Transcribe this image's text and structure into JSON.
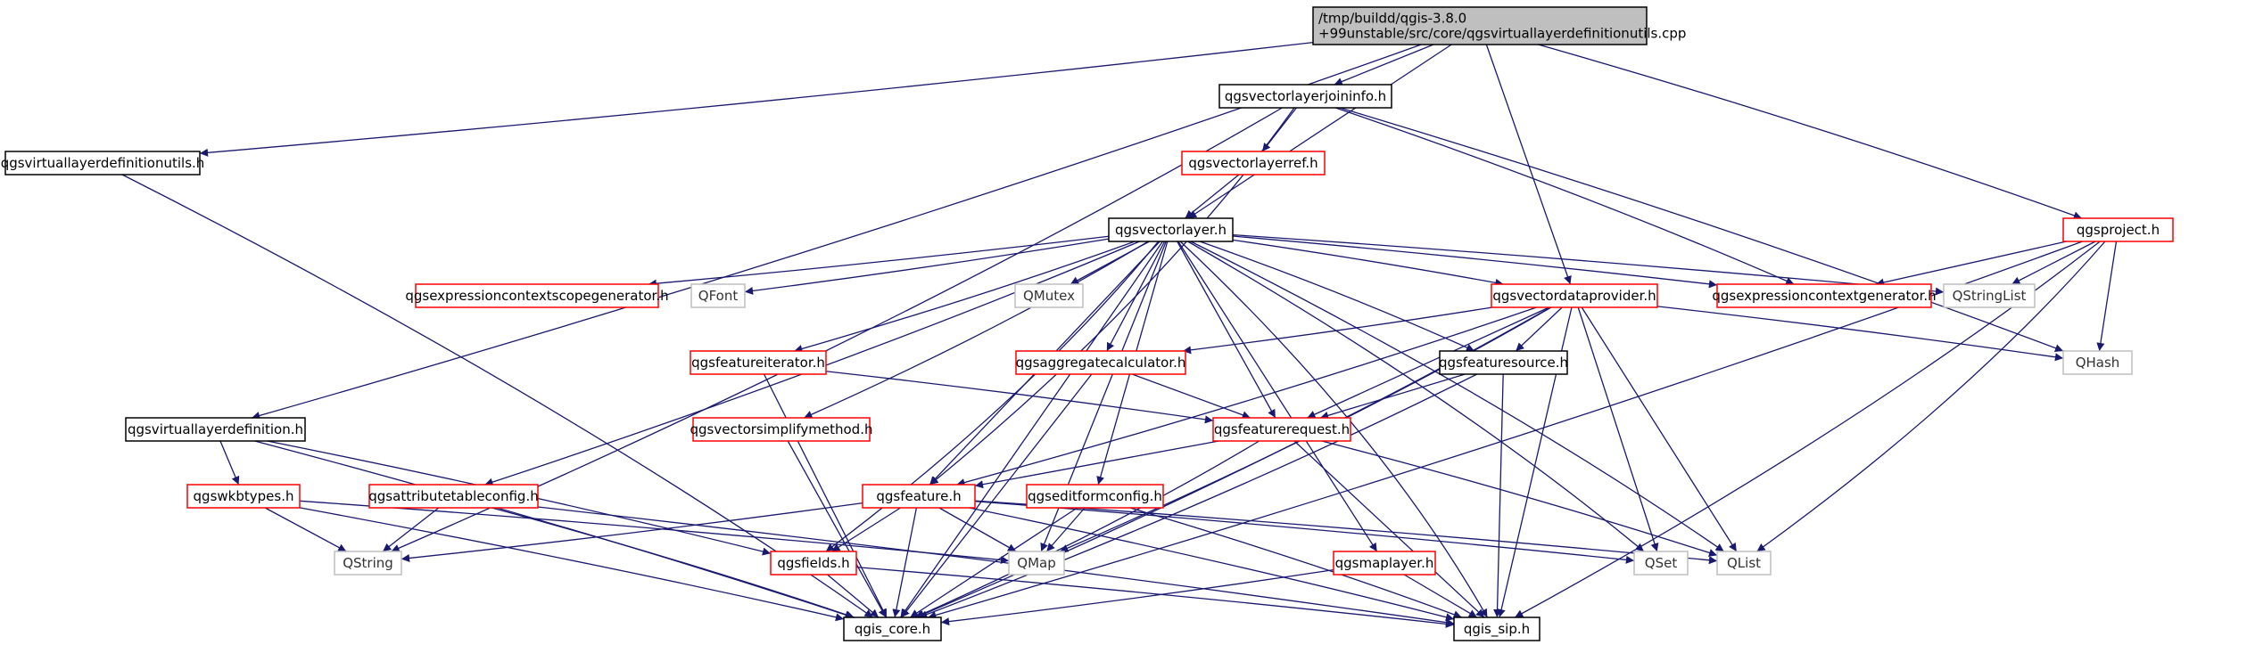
{
  "colors": {
    "edge": "#191970",
    "root_fill": "#bfbfbf",
    "root_stroke": "#000000",
    "documented_stroke": "#000000",
    "partial_stroke": "#ff0000",
    "external_stroke": "#bfbfbf",
    "external_text": "#333333"
  },
  "nodes": [
    {
      "id": "root",
      "lines": [
        "/tmp/buildd/qgis-3.8.0",
        "+99unstable/src/core/qgsvirtuallayerdefinitionutils.cpp"
      ],
      "kind": "root"
    },
    {
      "id": "vlayerdefutils",
      "lines": [
        "qgsvirtuallayerdefinitionutils.h"
      ],
      "kind": "documented"
    },
    {
      "id": "joininfo",
      "lines": [
        "qgsvectorlayerjoininfo.h"
      ],
      "kind": "documented"
    },
    {
      "id": "vlayerref",
      "lines": [
        "qgsvectorlayerref.h"
      ],
      "kind": "partial"
    },
    {
      "id": "vlayer",
      "lines": [
        "qgsvectorlayer.h"
      ],
      "kind": "documented"
    },
    {
      "id": "project",
      "lines": [
        "qgsproject.h"
      ],
      "kind": "partial"
    },
    {
      "id": "ecsgen",
      "lines": [
        "qgsexpressioncontextscopegenerator.h"
      ],
      "kind": "partial"
    },
    {
      "id": "qfont",
      "lines": [
        "QFont"
      ],
      "kind": "external"
    },
    {
      "id": "qmutex",
      "lines": [
        "QMutex"
      ],
      "kind": "external"
    },
    {
      "id": "dataprovider",
      "lines": [
        "qgsvectordataprovider.h"
      ],
      "kind": "partial"
    },
    {
      "id": "ecgen",
      "lines": [
        "qgsexpressioncontextgenerator.h"
      ],
      "kind": "partial"
    },
    {
      "id": "qstringlist",
      "lines": [
        "QStringList"
      ],
      "kind": "external"
    },
    {
      "id": "featiter",
      "lines": [
        "qgsfeatureiterator.h"
      ],
      "kind": "partial"
    },
    {
      "id": "aggcalc",
      "lines": [
        "qgsaggregatecalculator.h"
      ],
      "kind": "partial"
    },
    {
      "id": "featsource",
      "lines": [
        "qgsfeaturesource.h"
      ],
      "kind": "documented"
    },
    {
      "id": "qhash",
      "lines": [
        "QHash"
      ],
      "kind": "external"
    },
    {
      "id": "vlayerdef",
      "lines": [
        "qgsvirtuallayerdefinition.h"
      ],
      "kind": "documented"
    },
    {
      "id": "simplify",
      "lines": [
        "qgsvectorsimplifymethod.h"
      ],
      "kind": "partial"
    },
    {
      "id": "featreq",
      "lines": [
        "qgsfeaturerequest.h"
      ],
      "kind": "partial"
    },
    {
      "id": "wkbtypes",
      "lines": [
        "qgswkbtypes.h"
      ],
      "kind": "partial"
    },
    {
      "id": "attrtable",
      "lines": [
        "qgsattributetableconfig.h"
      ],
      "kind": "partial"
    },
    {
      "id": "feature",
      "lines": [
        "qgsfeature.h"
      ],
      "kind": "partial"
    },
    {
      "id": "editform",
      "lines": [
        "qgseditformconfig.h"
      ],
      "kind": "partial"
    },
    {
      "id": "qstring",
      "lines": [
        "QString"
      ],
      "kind": "external"
    },
    {
      "id": "fields",
      "lines": [
        "qgsfields.h"
      ],
      "kind": "partial"
    },
    {
      "id": "qmap",
      "lines": [
        "QMap"
      ],
      "kind": "external"
    },
    {
      "id": "maplayer",
      "lines": [
        "qgsmaplayer.h"
      ],
      "kind": "partial"
    },
    {
      "id": "qset",
      "lines": [
        "QSet"
      ],
      "kind": "external"
    },
    {
      "id": "qlist",
      "lines": [
        "QList"
      ],
      "kind": "external"
    },
    {
      "id": "qgiscore",
      "lines": [
        "qgis_core.h"
      ],
      "kind": "documented"
    },
    {
      "id": "qgissip",
      "lines": [
        "qgis_sip.h"
      ],
      "kind": "documented"
    }
  ],
  "edges": [
    [
      "root",
      "vlayerdefutils"
    ],
    [
      "root",
      "joininfo"
    ],
    [
      "root",
      "vlayer"
    ],
    [
      "root",
      "dataprovider"
    ],
    [
      "root",
      "project"
    ],
    [
      "root",
      "vlayerdef"
    ],
    [
      "vlayerdefutils",
      "qgiscore"
    ],
    [
      "joininfo",
      "vlayerref"
    ],
    [
      "joininfo",
      "qstring"
    ],
    [
      "joininfo",
      "qhash"
    ],
    [
      "joininfo",
      "feature"
    ],
    [
      "joininfo",
      "ecgen"
    ],
    [
      "vlayerref",
      "vlayer"
    ],
    [
      "vlayer",
      "ecsgen"
    ],
    [
      "vlayer",
      "qfont"
    ],
    [
      "vlayer",
      "qmutex"
    ],
    [
      "vlayer",
      "dataprovider"
    ],
    [
      "vlayer",
      "ecgen"
    ],
    [
      "vlayer",
      "qstringlist"
    ],
    [
      "vlayer",
      "featiter"
    ],
    [
      "vlayer",
      "aggcalc"
    ],
    [
      "vlayer",
      "featsource"
    ],
    [
      "vlayer",
      "simplify"
    ],
    [
      "vlayer",
      "featreq"
    ],
    [
      "vlayer",
      "attrtable"
    ],
    [
      "vlayer",
      "feature"
    ],
    [
      "vlayer",
      "editform"
    ],
    [
      "vlayer",
      "fields"
    ],
    [
      "vlayer",
      "qmap"
    ],
    [
      "vlayer",
      "maplayer"
    ],
    [
      "vlayer",
      "qset"
    ],
    [
      "vlayer",
      "qlist"
    ],
    [
      "vlayer",
      "qgiscore"
    ],
    [
      "vlayer",
      "qgissip"
    ],
    [
      "project",
      "ecgen"
    ],
    [
      "project",
      "qstringlist"
    ],
    [
      "project",
      "qhash"
    ],
    [
      "project",
      "qlist"
    ],
    [
      "project",
      "qgiscore"
    ],
    [
      "project",
      "qgissip"
    ],
    [
      "dataprovider",
      "aggcalc"
    ],
    [
      "dataprovider",
      "featsource"
    ],
    [
      "dataprovider",
      "featreq"
    ],
    [
      "dataprovider",
      "feature"
    ],
    [
      "dataprovider",
      "qhash"
    ],
    [
      "dataprovider",
      "qmap"
    ],
    [
      "dataprovider",
      "qset"
    ],
    [
      "dataprovider",
      "qlist"
    ],
    [
      "dataprovider",
      "qgiscore"
    ],
    [
      "dataprovider",
      "qgissip"
    ],
    [
      "featiter",
      "featreq"
    ],
    [
      "featiter",
      "qgiscore"
    ],
    [
      "aggcalc",
      "featreq"
    ],
    [
      "aggcalc",
      "qgiscore"
    ],
    [
      "featsource",
      "featreq"
    ],
    [
      "featsource",
      "qgiscore"
    ],
    [
      "featsource",
      "qgissip"
    ],
    [
      "vlayerdef",
      "wkbtypes"
    ],
    [
      "vlayerdef",
      "fields"
    ],
    [
      "vlayerdef",
      "qgiscore"
    ],
    [
      "simplify",
      "qgiscore"
    ],
    [
      "featreq",
      "feature"
    ],
    [
      "featreq",
      "qlist"
    ],
    [
      "featreq",
      "qgiscore"
    ],
    [
      "featreq",
      "qgissip"
    ],
    [
      "wkbtypes",
      "qstring"
    ],
    [
      "wkbtypes",
      "qmap"
    ],
    [
      "wkbtypes",
      "qgiscore"
    ],
    [
      "attrtable",
      "qstring"
    ],
    [
      "attrtable",
      "qgiscore"
    ],
    [
      "attrtable",
      "qgissip"
    ],
    [
      "feature",
      "qstring"
    ],
    [
      "feature",
      "fields"
    ],
    [
      "feature",
      "qmap"
    ],
    [
      "feature",
      "qset"
    ],
    [
      "feature",
      "qlist"
    ],
    [
      "feature",
      "qgiscore"
    ],
    [
      "feature",
      "qgissip"
    ],
    [
      "editform",
      "qmap"
    ],
    [
      "editform",
      "qgiscore"
    ],
    [
      "editform",
      "qgissip"
    ],
    [
      "fields",
      "qgiscore"
    ],
    [
      "fields",
      "qgissip"
    ],
    [
      "maplayer",
      "qgiscore"
    ],
    [
      "maplayer",
      "qgissip"
    ]
  ]
}
